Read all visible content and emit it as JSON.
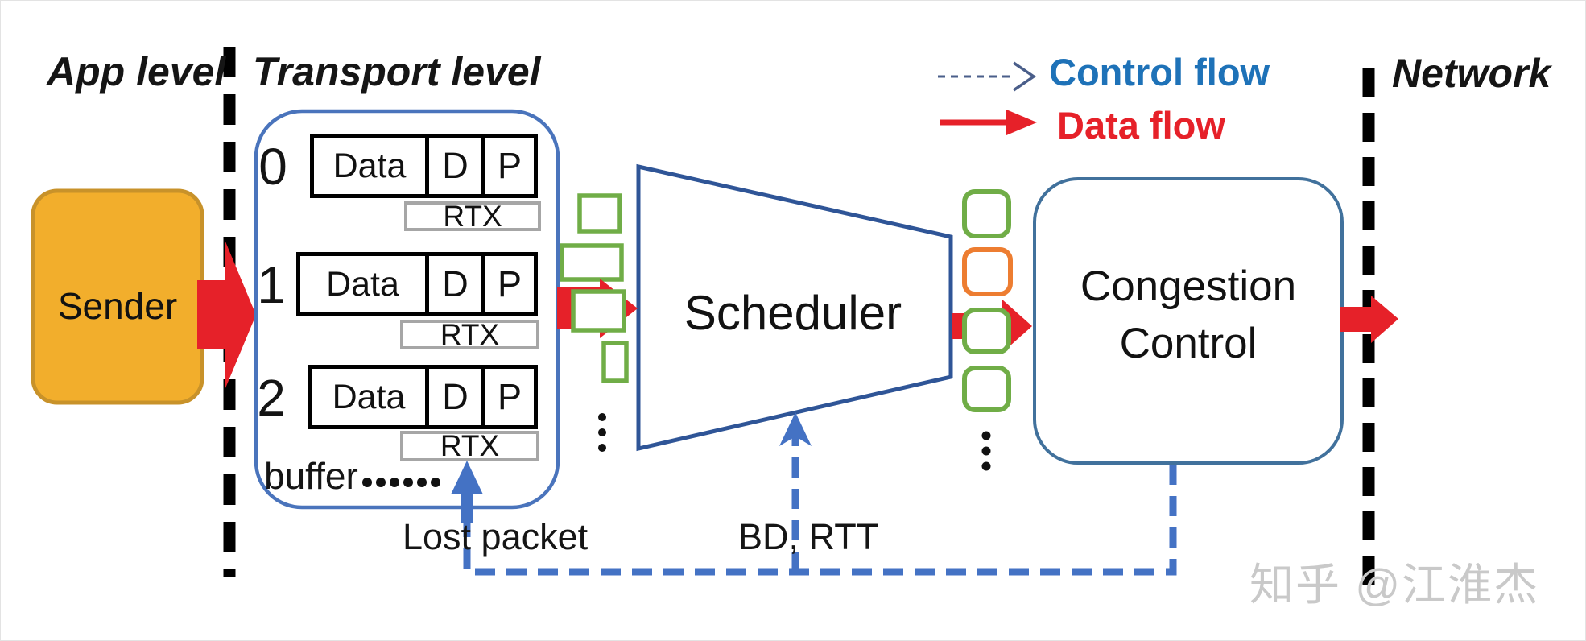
{
  "levels": {
    "app": "App level",
    "transport": "Transport level",
    "network": "Network"
  },
  "legend": {
    "control_flow_label": "Control flow",
    "data_flow_label": "Data flow"
  },
  "sender": {
    "label": "Sender"
  },
  "buffer": {
    "label": "buffer",
    "ellipsis": "......",
    "streams": [
      {
        "id": "0",
        "segments": {
          "data": "Data",
          "d": "D",
          "p": "P"
        },
        "rtx": "RTX"
      },
      {
        "id": "1",
        "segments": {
          "data": "Data",
          "d": "D",
          "p": "P"
        },
        "rtx": "RTX"
      },
      {
        "id": "2",
        "segments": {
          "data": "Data",
          "d": "D",
          "p": "P"
        },
        "rtx": "RTX"
      }
    ]
  },
  "queues": {
    "left_ellipsis": "⋮",
    "right_ellipsis": "⋮"
  },
  "scheduler": {
    "label": "Scheduler"
  },
  "congestion_control": {
    "line1": "Congestion",
    "line2": "Control"
  },
  "annotations": {
    "lost_packet": "Lost packet",
    "bd_rtt": "BD, RTT"
  },
  "watermark": {
    "text": "知乎 @江淮杰"
  },
  "colors": {
    "data_flow_red": "#E62129",
    "control_flow_line_blue": "#4472C4",
    "legend_control_text_blue": "#1E72B8",
    "packet_green": "#70AD47",
    "packet_orange": "#ED7D31",
    "sender_fill": "#F2AE2C",
    "sender_border": "#C8922A",
    "buffer_border": "#4A74BC",
    "scheduler_border": "#2F5597",
    "congestion_border": "#41719C",
    "rtx_border": "#A6A6A6",
    "divider_black": "#000000",
    "watermark_gray": "#C9C9C9"
  }
}
